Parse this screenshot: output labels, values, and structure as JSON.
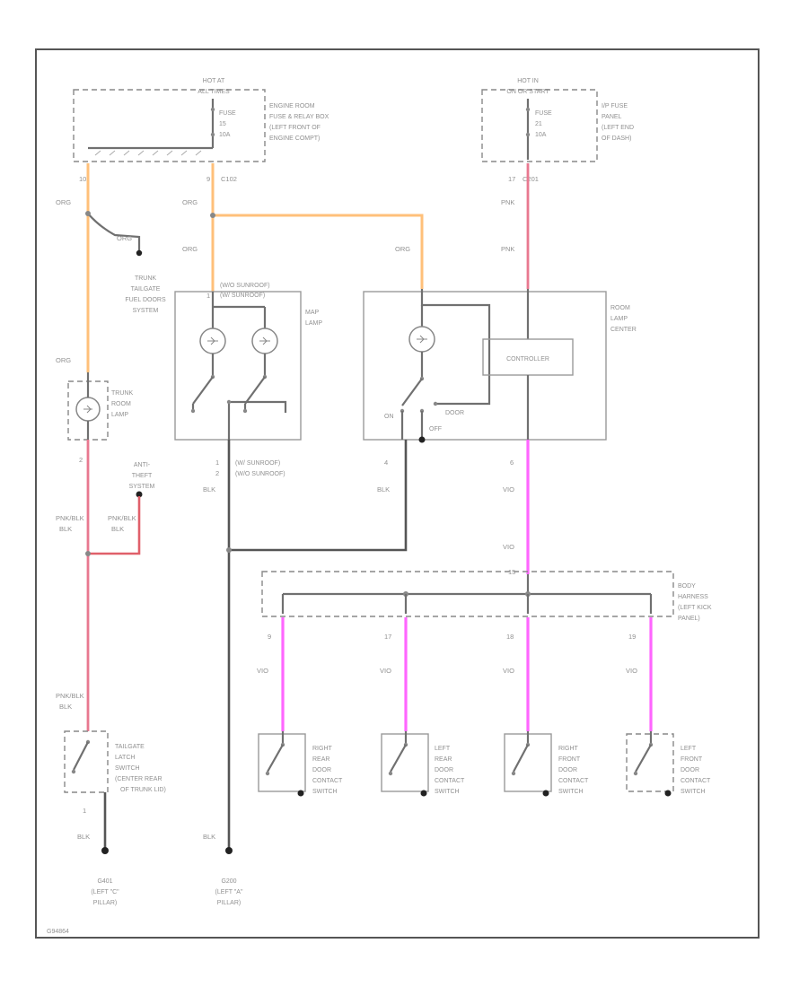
{
  "sources": {
    "left": {
      "title_1": "HOT AT",
      "title_2": "ALL TIMES",
      "fuse_1": "FUSE",
      "fuse_2": "15",
      "fuse_3": "10A",
      "desc": [
        "ENGINE ROOM",
        "FUSE & RELAY BOX",
        "(LEFT FRONT OF",
        "ENGINE COMPT)"
      ]
    },
    "right": {
      "title_1": "HOT IN",
      "title_2": "ON OR START",
      "fuse_1": "FUSE",
      "fuse_2": "21",
      "fuse_3": "10A",
      "desc": [
        "I/P FUSE",
        "PANEL",
        "(LEFT END",
        "OF DASH)"
      ]
    }
  },
  "connectors": {
    "c10": "10",
    "c_ec1": "C102",
    "c_ec1_pin": "9",
    "c201": "C201",
    "c201_pin": "17"
  },
  "wire_colors": {
    "org": "ORG",
    "pnk": "PNK",
    "blk": "BLK",
    "vio": "VIO",
    "pnkblk": "PNK/BLK"
  },
  "trunk_system": [
    "TRUNK",
    "TAILGATE",
    "FUEL DOORS",
    "SYSTEM"
  ],
  "trunk_lamp": [
    "TRUNK",
    "ROOM",
    "LAMP"
  ],
  "anti_theft": [
    "ANTI-",
    "THEFT",
    "SYSTEM"
  ],
  "map_lamp": {
    "label": [
      "MAP",
      "LAMP"
    ],
    "pin_top_1": "1",
    "top_1": "(W/O SUNROOF)",
    "top_2": "(W/ SUNROOF)",
    "pin_bot_1": "1",
    "pin_bot_2": "2",
    "bot_1": "(W/ SUNROOF)",
    "bot_2": "(W/O SUNROOF)"
  },
  "room_lamp": {
    "label": [
      "ROOM",
      "LAMP",
      "CENTER"
    ],
    "controller": "CONTROLLER",
    "on": "ON",
    "off": "OFF",
    "door": "DOOR",
    "pin_4": "4",
    "pin_6": "6"
  },
  "body_harness": [
    "BODY",
    "HARNESS",
    "(LEFT KICK",
    "PANEL)"
  ],
  "pins": {
    "p2": "2",
    "p1": "1",
    "p9": "9",
    "p17": "17",
    "p18": "18",
    "p19": "19",
    "p15": "15"
  },
  "switches": {
    "tailgate": [
      "TAILGATE",
      "LATCH",
      "SWITCH",
      "(CENTER REAR",
      "OF TRUNK LID)"
    ],
    "rr": [
      "RIGHT",
      "REAR",
      "DOOR",
      "CONTACT",
      "SWITCH"
    ],
    "lr": [
      "LEFT",
      "REAR",
      "DOOR",
      "CONTACT",
      "SWITCH"
    ],
    "rf": [
      "RIGHT",
      "FRONT",
      "DOOR",
      "CONTACT",
      "SWITCH"
    ],
    "lf": [
      "LEFT",
      "FRONT",
      "DOOR",
      "CONTACT",
      "SWITCH"
    ]
  },
  "grounds": {
    "g1": {
      "id": "G401",
      "desc": [
        "(LEFT \"C\"",
        "PILLAR)"
      ]
    },
    "g2": {
      "id": "G200",
      "desc": [
        "(LEFT \"A\"",
        "PILLAR)"
      ]
    }
  },
  "figure_id": "G94864"
}
